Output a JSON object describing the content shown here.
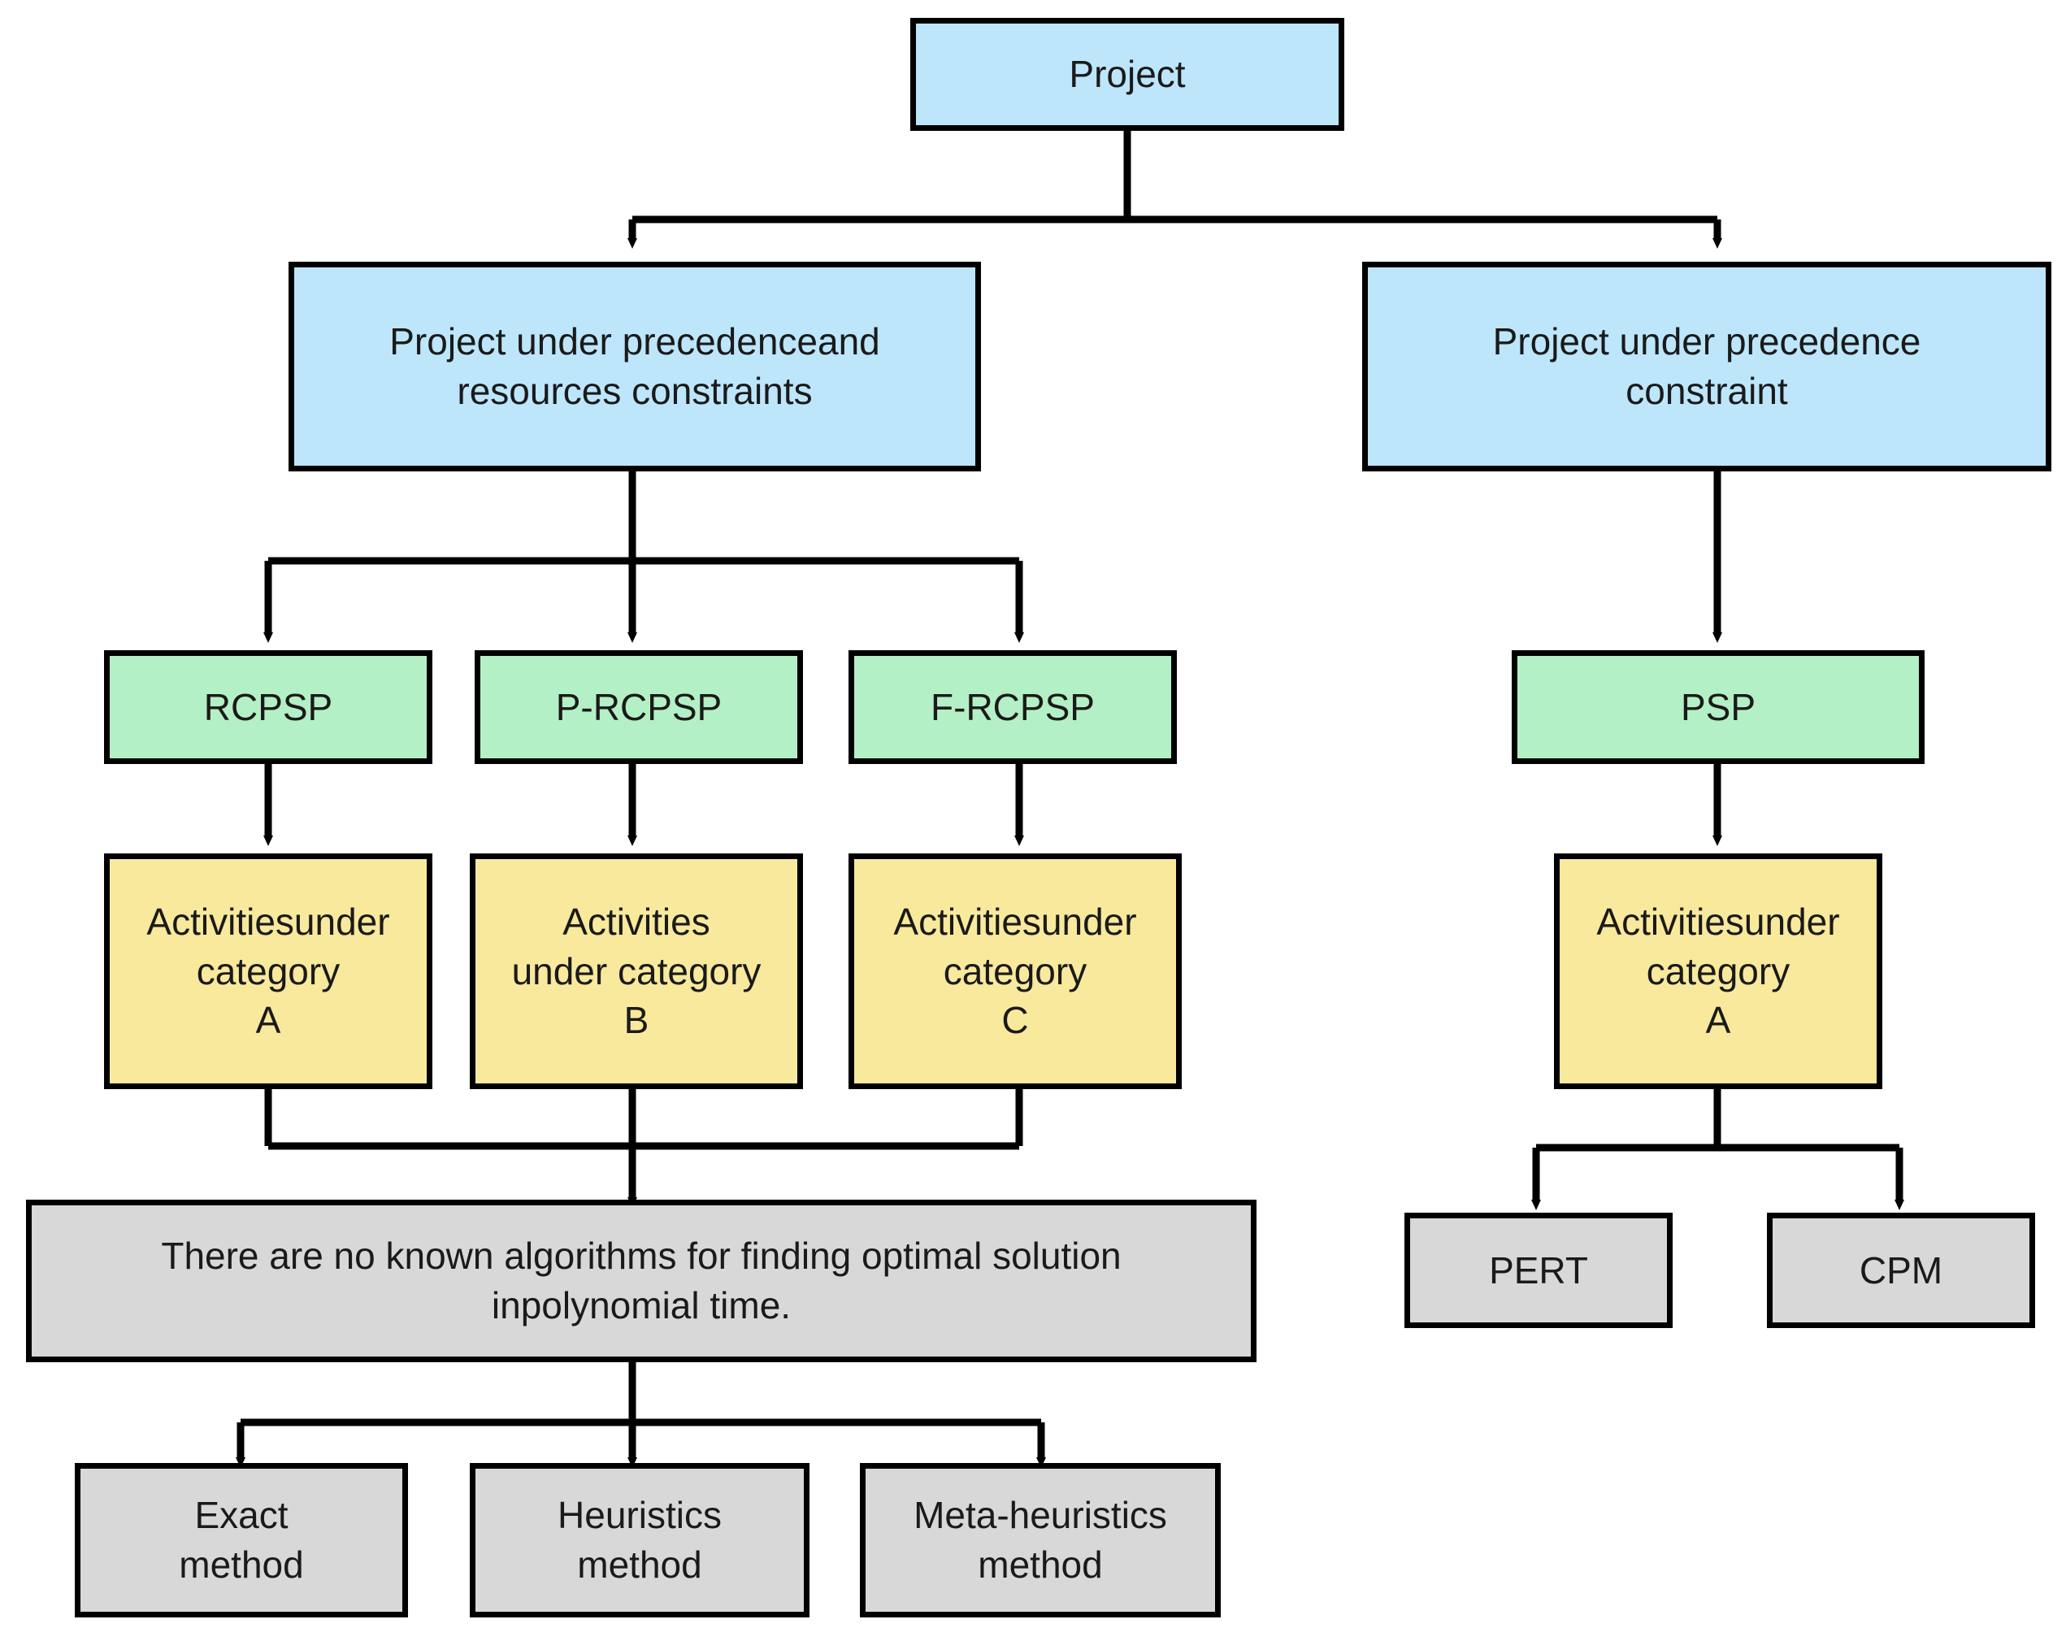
{
  "diagram": {
    "title": "Project scheduling problem classification flowchart",
    "colors": {
      "blue": "#bde6fb",
      "green": "#b4f0c5",
      "yellow": "#f8e99c",
      "gray": "#d8d8d8",
      "stroke": "#000000",
      "text": "#1a1a1a",
      "background": "#ffffff"
    },
    "nodes": {
      "root": {
        "label": "Project"
      },
      "left_branch": {
        "label": "Project under precedenceand\nresources constraints"
      },
      "right_branch": {
        "label": "Project under precedence\nconstraint"
      },
      "rcpsp": {
        "label": "RCPSP"
      },
      "prcpsp": {
        "label": "P-RCPSP"
      },
      "frcpsp": {
        "label": "F-RCPSP"
      },
      "psp": {
        "label": "PSP"
      },
      "activities_a": {
        "label": "Activitiesunder\ncategory\nA"
      },
      "activities_b": {
        "label": "Activities\nunder category\nB"
      },
      "activities_c": {
        "label": "Activitiesunder\ncategory\nC"
      },
      "activities_a_right": {
        "label": "Activitiesunder\ncategory\nA"
      },
      "statement": {
        "label": "There are no known algorithms for finding optimal solution\ninpolynomial time."
      },
      "exact_method": {
        "label": "Exact\nmethod"
      },
      "heuristics_method": {
        "label": "Heuristics\nmethod"
      },
      "meta_heuristics_method": {
        "label": "Meta-heuristics\nmethod"
      },
      "pert": {
        "label": "PERT"
      },
      "cpm": {
        "label": "CPM"
      }
    },
    "edges": [
      {
        "from": "root",
        "to": "left_branch",
        "style": "elbow-split"
      },
      {
        "from": "root",
        "to": "right_branch",
        "style": "elbow-split"
      },
      {
        "from": "left_branch",
        "to": "rcpsp",
        "style": "elbow-split"
      },
      {
        "from": "left_branch",
        "to": "prcpsp",
        "style": "straight"
      },
      {
        "from": "left_branch",
        "to": "frcpsp",
        "style": "elbow-split"
      },
      {
        "from": "right_branch",
        "to": "psp",
        "style": "straight"
      },
      {
        "from": "rcpsp",
        "to": "activities_a",
        "style": "straight"
      },
      {
        "from": "prcpsp",
        "to": "activities_b",
        "style": "straight"
      },
      {
        "from": "frcpsp",
        "to": "activities_c",
        "style": "straight"
      },
      {
        "from": "psp",
        "to": "activities_a_right",
        "style": "straight"
      },
      {
        "from": "activities_a",
        "to": "statement",
        "style": "elbow-merge"
      },
      {
        "from": "activities_b",
        "to": "statement",
        "style": "straight"
      },
      {
        "from": "activities_c",
        "to": "statement",
        "style": "elbow-merge"
      },
      {
        "from": "statement",
        "to": "exact_method",
        "style": "elbow-split"
      },
      {
        "from": "statement",
        "to": "heuristics_method",
        "style": "straight"
      },
      {
        "from": "statement",
        "to": "meta_heuristics_method",
        "style": "elbow-split"
      },
      {
        "from": "activities_a_right",
        "to": "pert",
        "style": "elbow-split"
      },
      {
        "from": "activities_a_right",
        "to": "cpm",
        "style": "elbow-split"
      }
    ]
  }
}
